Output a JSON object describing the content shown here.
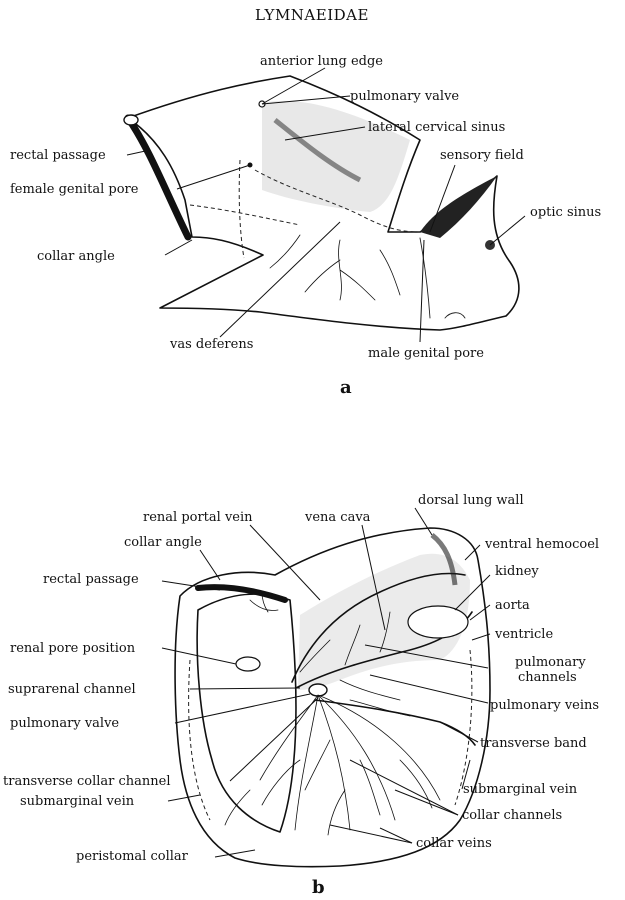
{
  "title": "LYMNAEIDAE",
  "panels": {
    "a": {
      "label": "a",
      "labels": {
        "anterior_lung_edge": "anterior lung edge",
        "pulmonary_valve": "pulmonary valve",
        "lateral_cervical_sinus": "lateral cervical sinus",
        "rectal_passage": "rectal passage",
        "sensory_field": "sensory field",
        "female_genital_pore": "female genital pore",
        "optic_sinus": "optic sinus",
        "collar_angle": "collar angle",
        "vas_deferens": "vas deferens",
        "male_genital_pore": "male genital pore"
      }
    },
    "b": {
      "label": "b",
      "labels": {
        "dorsal_lung_wall": "dorsal lung wall",
        "renal_portal_vein": "renal portal vein",
        "vena_cava": "vena cava",
        "ventral_hemocoel": "ventral hemocoel",
        "collar_angle": "collar angle",
        "kidney": "kidney",
        "rectal_passage": "rectal passage",
        "aorta": "aorta",
        "ventricle": "ventricle",
        "renal_pore_position": "renal pore position",
        "pulmonary_channels_1": "pulmonary",
        "pulmonary_channels_2": "channels",
        "suprarenal_channel": "suprarenal channel",
        "pulmonary_veins": "pulmonary veins",
        "pulmonary_valve": "pulmonary valve",
        "transverse_band": "transverse band",
        "transverse_collar_channel": "transverse collar channel",
        "submarginal_vein_right": "submarginal vein",
        "submarginal_vein_left": "submarginal vein",
        "collar_channels": "collar channels",
        "collar_veins": "collar veins",
        "peristomal_collar": "peristomal collar"
      }
    }
  }
}
